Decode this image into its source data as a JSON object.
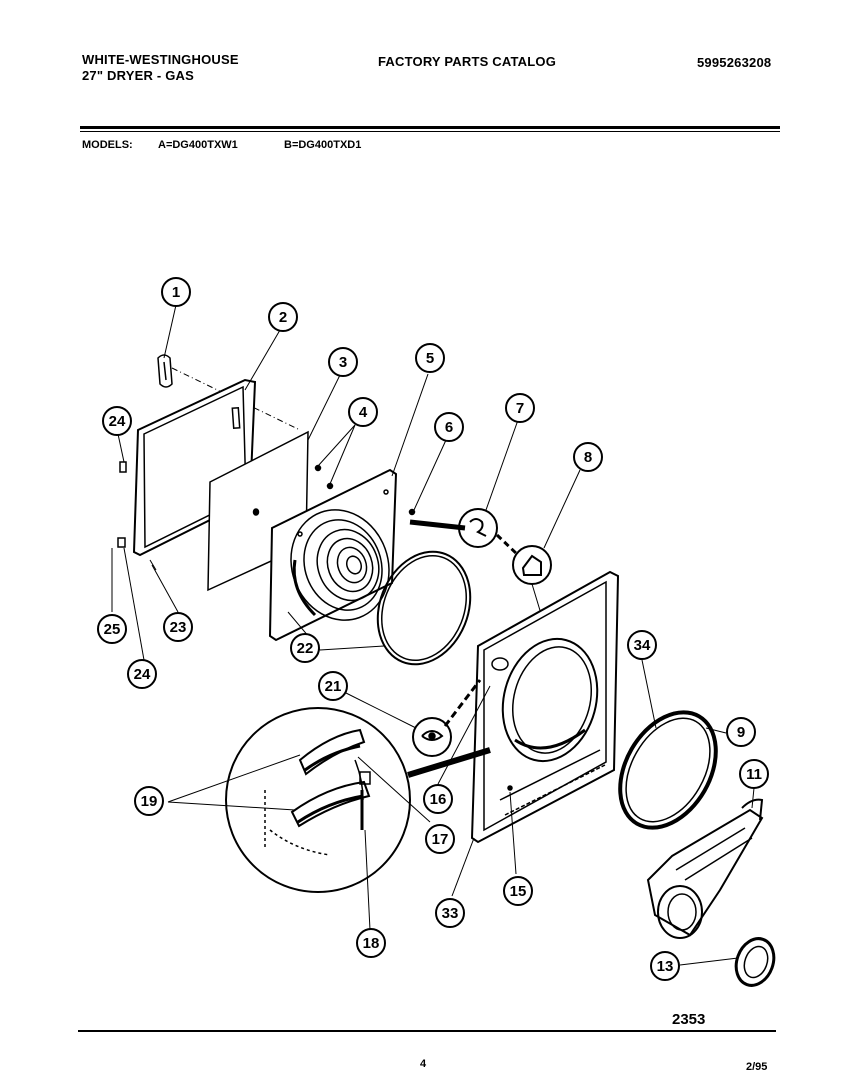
{
  "header": {
    "brand": "WHITE-WESTINGHOUSE",
    "product": "27\" DRYER - GAS",
    "catalog_title": "FACTORY PARTS CATALOG",
    "catalog_number": "5995263208"
  },
  "models": {
    "label": "MODELS:",
    "model_a": "A=DG400TXW1",
    "model_b": "B=DG400TXD1"
  },
  "diagram": {
    "figure_number": "2353",
    "callouts": [
      "1",
      "2",
      "3",
      "4",
      "5",
      "6",
      "7",
      "8",
      "24",
      "25",
      "23",
      "22",
      "24",
      "21",
      "19",
      "16",
      "17",
      "18",
      "34",
      "9",
      "11",
      "15",
      "33",
      "13"
    ]
  },
  "footer": {
    "page_number": "4",
    "date": "2/95"
  }
}
